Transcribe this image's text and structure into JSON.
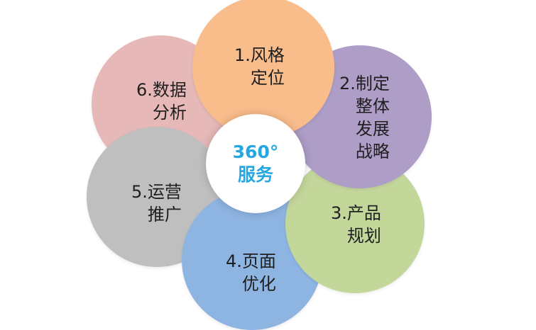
{
  "center": {
    "line1": "360°",
    "line2": "服务",
    "color": "#26a7e0"
  },
  "petals": [
    {
      "line1": "1.风格",
      "line2": "定位",
      "color": "#f9bd8b"
    },
    {
      "line1": "2.制定",
      "line2": "整体",
      "line3": "发展",
      "line4": "战略",
      "color": "#ad9dc7"
    },
    {
      "line1": "3.产品",
      "line2": "规划",
      "color": "#c4d79b"
    },
    {
      "line1": "4.页面",
      "line2": "优化",
      "color": "#8eb4e2"
    },
    {
      "line1": "5.运营",
      "line2": "推广",
      "color": "#bfbfbf"
    },
    {
      "line1": "6.数据",
      "line2": "分析",
      "color": "#e6b8b7"
    }
  ]
}
